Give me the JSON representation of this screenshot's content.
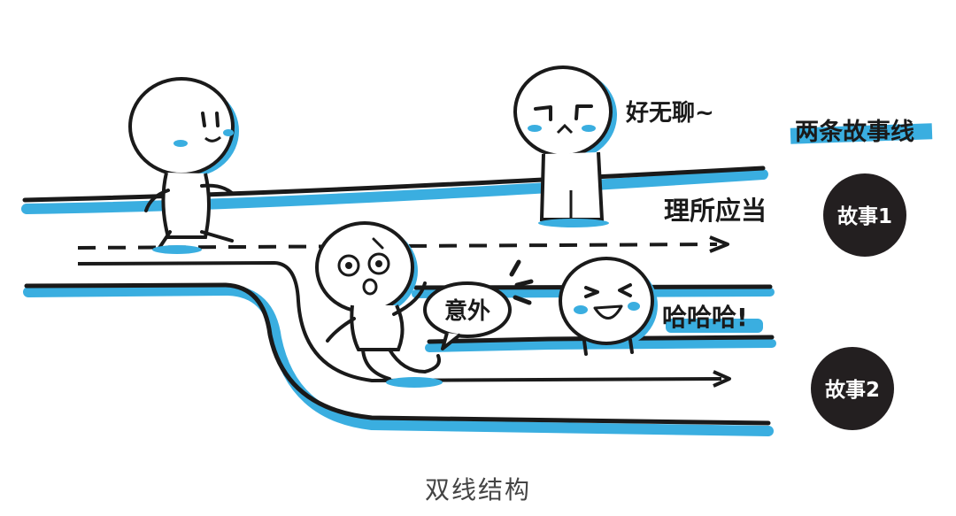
{
  "labels": {
    "bored": "好无聊~",
    "legend": "两条故事线",
    "expected": "理所应当",
    "surprise": "意外",
    "laughing": "哈哈哈!",
    "story1": "故事1",
    "story2": "故事2"
  },
  "caption": "双线结构",
  "colors": {
    "ink": "#1a1a1a",
    "accent": "#3aaee0",
    "badge": "#231f20",
    "caption": "#444444"
  }
}
